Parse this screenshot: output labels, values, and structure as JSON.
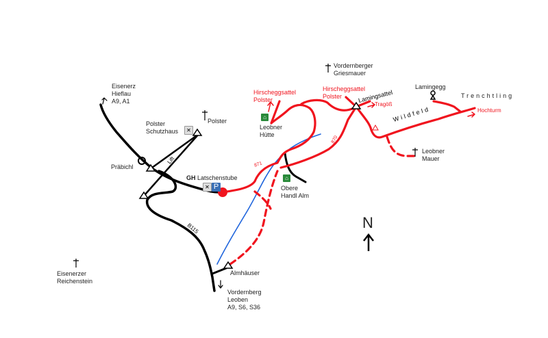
{
  "places": {
    "eisenerz": [
      "Eisenerz",
      "Hieflau",
      "A9, A1"
    ],
    "polster_schutzhaus": [
      "Polster",
      "Schutzhaus"
    ],
    "polster": "Polster",
    "praebichl": "Präbichl",
    "lift": "Lift",
    "gh": "GH",
    "latschenstube": "Latschenstube",
    "b115": "B115",
    "eisenerzer_reichenstein": [
      "Eisenerzer",
      "Reichenstein"
    ],
    "almhaeuser": "Almhäuser",
    "vordernberg": [
      "Vordernberg",
      "Leoben",
      "A9, S6, S36"
    ],
    "obere_handl_alm": [
      "Obere",
      "Handl Alm"
    ],
    "leobner_huette": [
      "Leobner",
      "Hütte"
    ],
    "hirscheggsattel_1": [
      "Hirscheggsattel",
      "Polster"
    ],
    "hirscheggsattel_2": [
      "Hirscheggsattel",
      "Polster"
    ],
    "vordernberger_griesmauer": [
      "Vordernberger",
      "Griesmauer"
    ],
    "lamingsattel": "Lamingsattel",
    "tragoess": "Tragöß",
    "lamingegg": "Lamingegg",
    "trenchtling": "Trenchtling",
    "wildfeld": "Wildfeld",
    "hochturm": "Hochturm",
    "leobner_mauer": [
      "Leobner",
      "Mauer"
    ],
    "trail_871": "871",
    "trail_870": "870",
    "parking": "P",
    "north": "N"
  },
  "colors": {
    "trail": "#f0141e",
    "road": "#000000",
    "stream": "#1e64dc",
    "hut": "#2a8a3a",
    "parking": "#3a6fb5"
  }
}
